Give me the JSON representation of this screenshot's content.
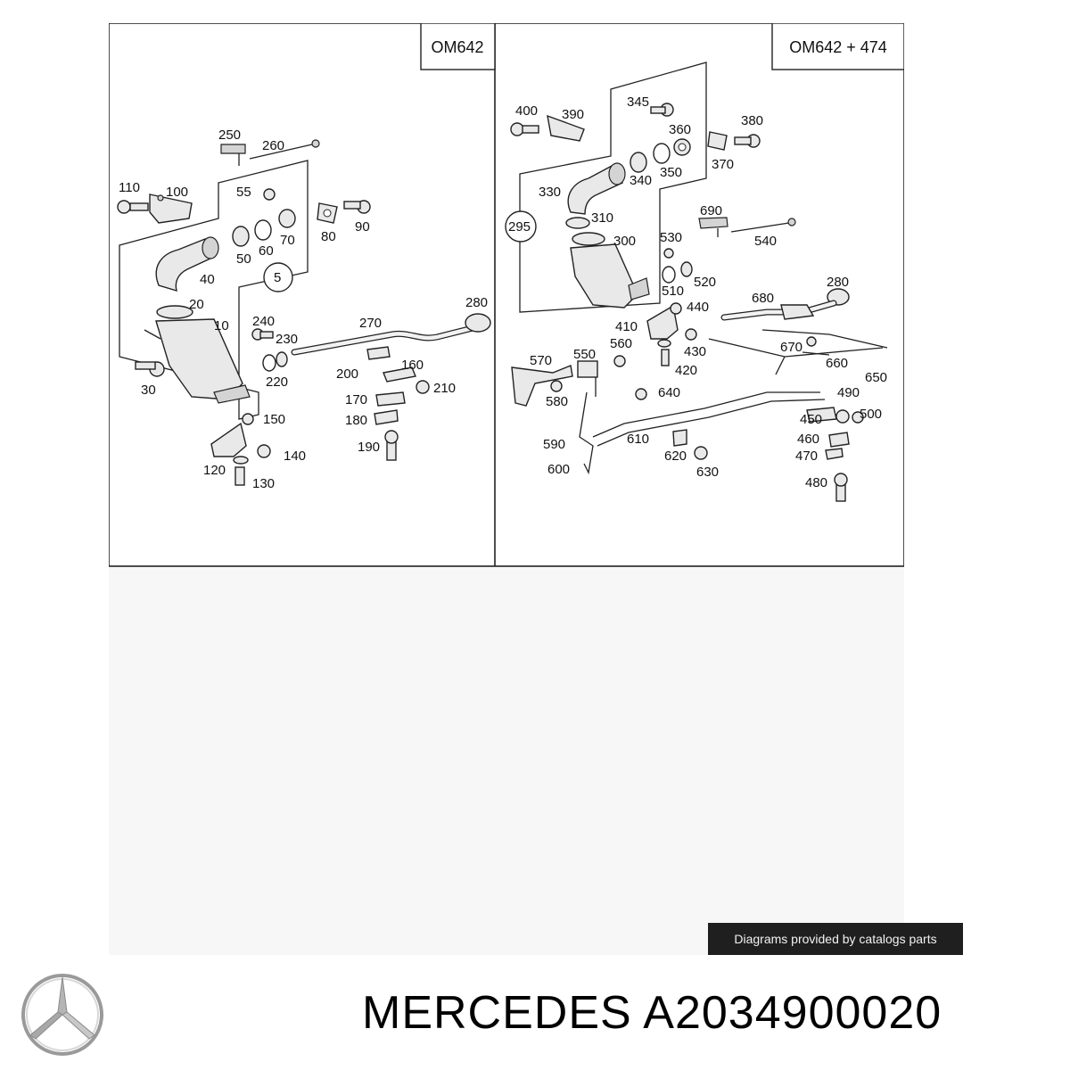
{
  "left_panel": {
    "header": "OM642",
    "labels": [
      "250",
      "260",
      "110",
      "100",
      "55",
      "50",
      "60",
      "70",
      "80",
      "90",
      "40",
      "5",
      "20",
      "10",
      "30",
      "240",
      "230",
      "220",
      "270",
      "280",
      "200",
      "160",
      "210",
      "170",
      "180",
      "190",
      "150",
      "140",
      "120",
      "130"
    ]
  },
  "right_panel": {
    "header": "OM642 + 474",
    "labels": [
      "400",
      "390",
      "345",
      "360",
      "380",
      "370",
      "340",
      "350",
      "330",
      "310",
      "295",
      "300",
      "690",
      "540",
      "530",
      "510",
      "520",
      "280",
      "680",
      "440",
      "410",
      "430",
      "420",
      "570",
      "550",
      "560",
      "670",
      "660",
      "650",
      "580",
      "640",
      "490",
      "450",
      "500",
      "590",
      "610",
      "460",
      "470",
      "620",
      "630",
      "600",
      "480"
    ]
  },
  "caption": "Diagrams provided by catalogs parts",
  "brand": {
    "name": "MERCEDES A2034900020",
    "logo_icon": "mercedes-star-icon"
  }
}
